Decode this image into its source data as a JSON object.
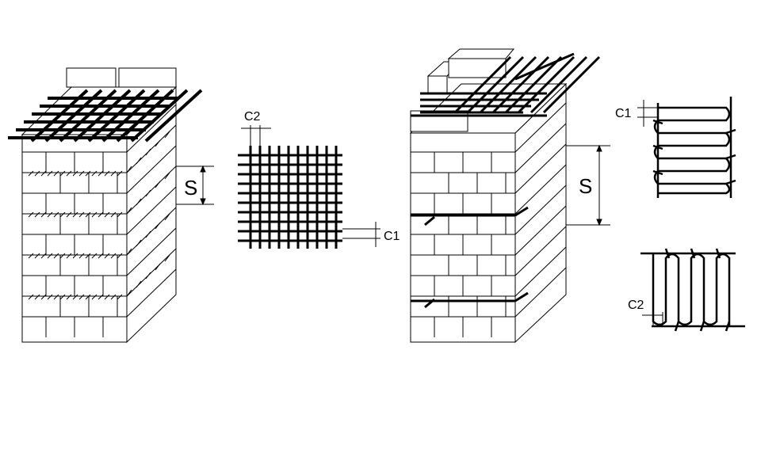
{
  "labels": {
    "s_left": "S",
    "c2_mesh": "C2",
    "c1_mesh": "C1",
    "s_right": "S",
    "c1_zigzag": "C1",
    "c2_zigzag": "C2"
  },
  "colors": {
    "line": "#000000",
    "brick_fill": "#ffffff",
    "background": "#ffffff"
  }
}
